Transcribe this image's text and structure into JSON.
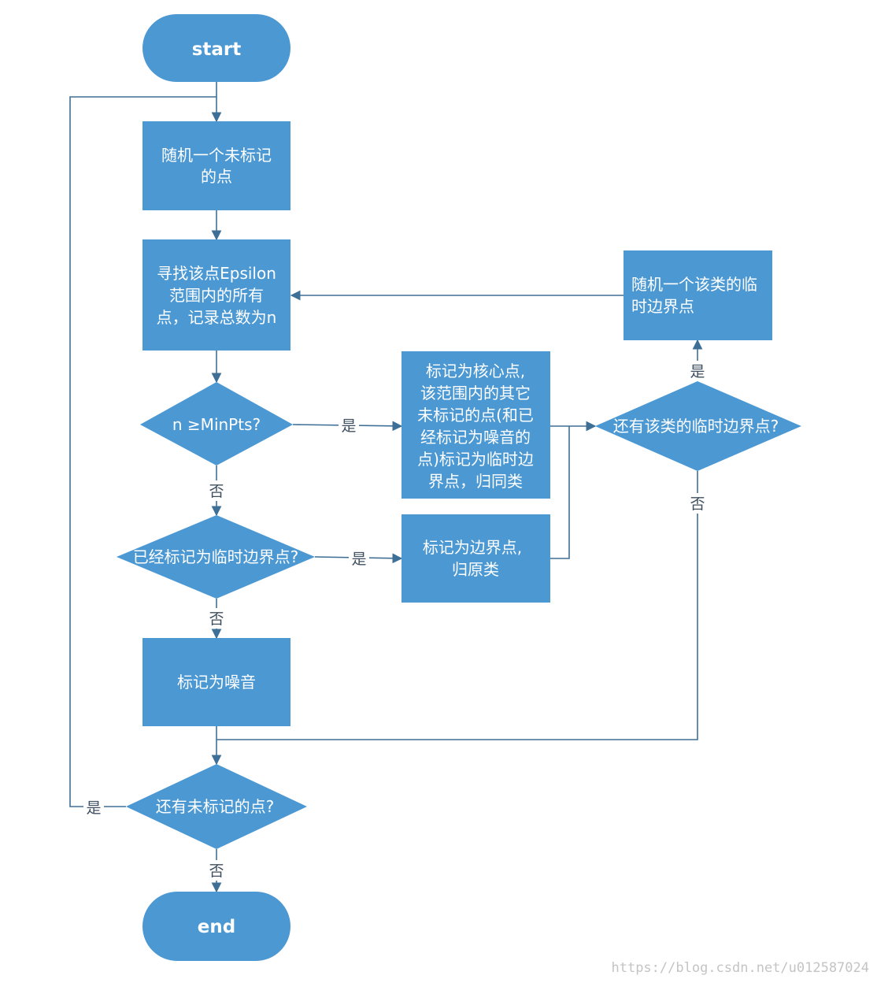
{
  "colors": {
    "node_fill": "#4b98d3",
    "line": "#3e6f96",
    "text": "#ffffff",
    "label": "#3f4f5f"
  },
  "nodes": {
    "start": "start",
    "pick_random": [
      "随机一个未标记",
      "的点"
    ],
    "find_neighbors": [
      "寻找该点Epsilon",
      "范围内的所有",
      "点，记录总数为n"
    ],
    "core_check": "n ≥MinPts?",
    "mark_core": [
      "标记为核心点,",
      "该范围内的其它",
      "未标记的点(和已",
      "经标记为噪音的",
      "点)标记为临时边",
      "界点，归同类"
    ],
    "border_check": "已经标记为临时边界点?",
    "mark_border": [
      "标记为边界点,",
      "归原类"
    ],
    "mark_noise": "标记为噪音",
    "has_temp_border": "还有该类的临时边界点?",
    "pick_temp_border": [
      "随机一个该类的临",
      "时边界点"
    ],
    "has_unmarked": "还有未标记的点?",
    "end": "end"
  },
  "edge_labels": {
    "core_yes": "是",
    "core_no": "否",
    "border_yes": "是",
    "border_no": "否",
    "temp_yes": "是",
    "temp_no": "否",
    "unmarked_yes": "是",
    "unmarked_no": "否"
  },
  "watermark": "https://blog.csdn.net/u012587024"
}
